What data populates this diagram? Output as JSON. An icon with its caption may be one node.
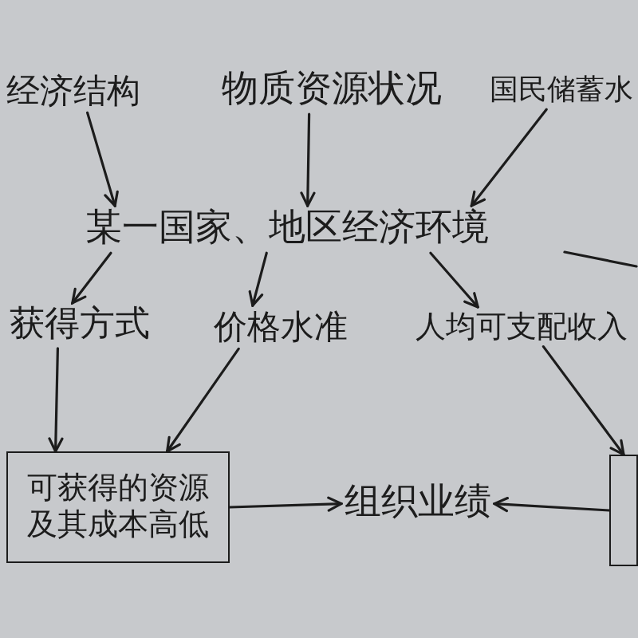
{
  "diagram": {
    "nodes": [
      {
        "text": [
          "经济结构"
        ]
      },
      {
        "text": [
          "物质资源状况"
        ]
      },
      {
        "text": [
          "国民储蓄水"
        ]
      },
      {
        "text": [
          "某一国家、地区经济环境"
        ]
      },
      {
        "text": [
          "获得方式"
        ]
      },
      {
        "text": [
          "价格水准"
        ]
      },
      {
        "text": [
          "人均可支配收入"
        ]
      },
      {
        "text": [
          "可获得的资源及其成本高低"
        ]
      },
      {
        "text": [
          "组织业绩"
        ]
      },
      {
        "text": [],
        "shape": "box"
      }
    ],
    "edges": [
      {
        "from": 0,
        "to": 3,
        "arrow": "to"
      },
      {
        "from": 1,
        "to": 3,
        "arrow": "to"
      },
      {
        "from": 2,
        "to": 3,
        "arrow": "to"
      },
      {
        "from": 3,
        "to": 4,
        "arrow": "to"
      },
      {
        "from": 3,
        "to": 5,
        "arrow": "to"
      },
      {
        "from": 3,
        "to": 6,
        "arrow": "to"
      },
      {
        "from": 4,
        "to": 7,
        "arrow": "to"
      },
      {
        "from": 5,
        "to": 7,
        "arrow": "to"
      },
      {
        "from": 6,
        "to": 9,
        "arrow": "to"
      },
      {
        "from": 7,
        "to": 8,
        "arrow": "to"
      },
      {
        "from": 9,
        "to": 8,
        "arrow": "to"
      }
    ]
  }
}
